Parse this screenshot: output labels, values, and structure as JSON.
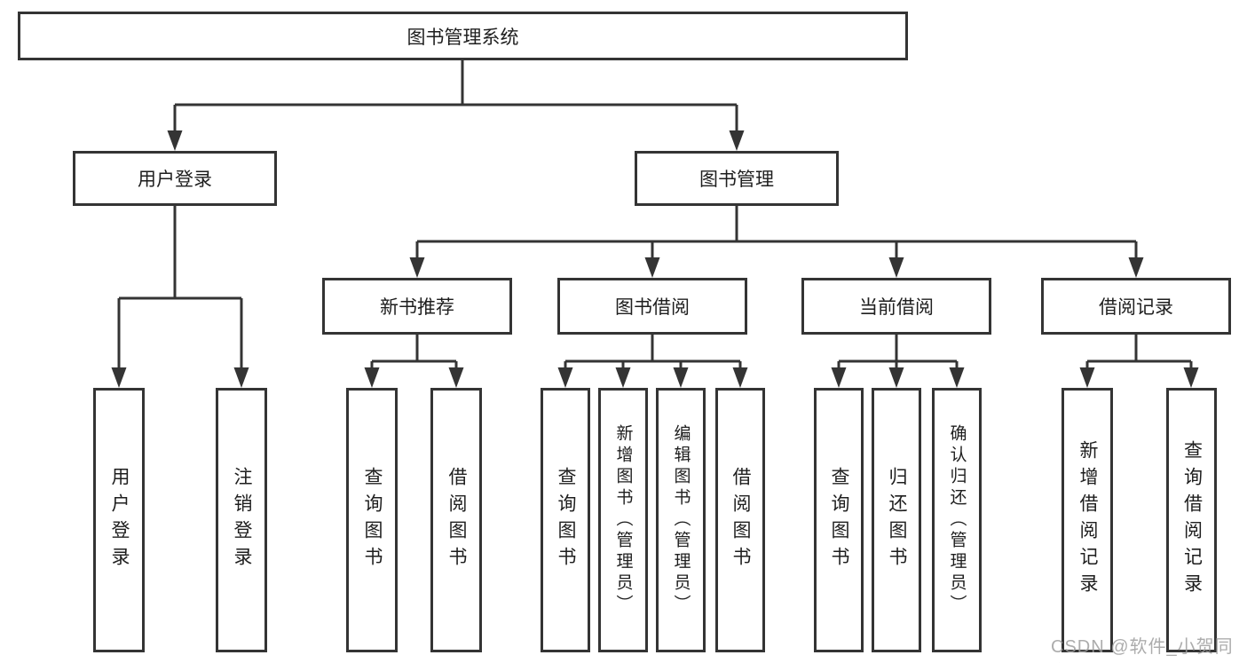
{
  "diagram": {
    "root": "图书管理系统",
    "children": [
      {
        "label": "用户登录",
        "children": [
          {
            "label": "用户登录"
          },
          {
            "label": "注销登录"
          }
        ]
      },
      {
        "label": "图书管理",
        "children": [
          {
            "label": "新书推荐",
            "children": [
              {
                "label": "查询图书"
              },
              {
                "label": "借阅图书"
              }
            ]
          },
          {
            "label": "图书借阅",
            "children": [
              {
                "label": "查询图书"
              },
              {
                "label": "新增图书（管理员）"
              },
              {
                "label": "编辑图书（管理员）"
              },
              {
                "label": "借阅图书"
              }
            ]
          },
          {
            "label": "当前借阅",
            "children": [
              {
                "label": "查询图书"
              },
              {
                "label": "归还图书"
              },
              {
                "label": "确认归还（管理员）"
              }
            ]
          },
          {
            "label": "借阅记录",
            "children": [
              {
                "label": "新增借阅记录"
              },
              {
                "label": "查询借阅记录"
              }
            ]
          }
        ]
      }
    ]
  },
  "watermark": "CSDN @软件_小贺同学",
  "colors": {
    "line": "#343434",
    "box_border": "#343434",
    "text": "#1e1e1e",
    "watermark": "#9e9e9e",
    "background": "#ffffff"
  }
}
